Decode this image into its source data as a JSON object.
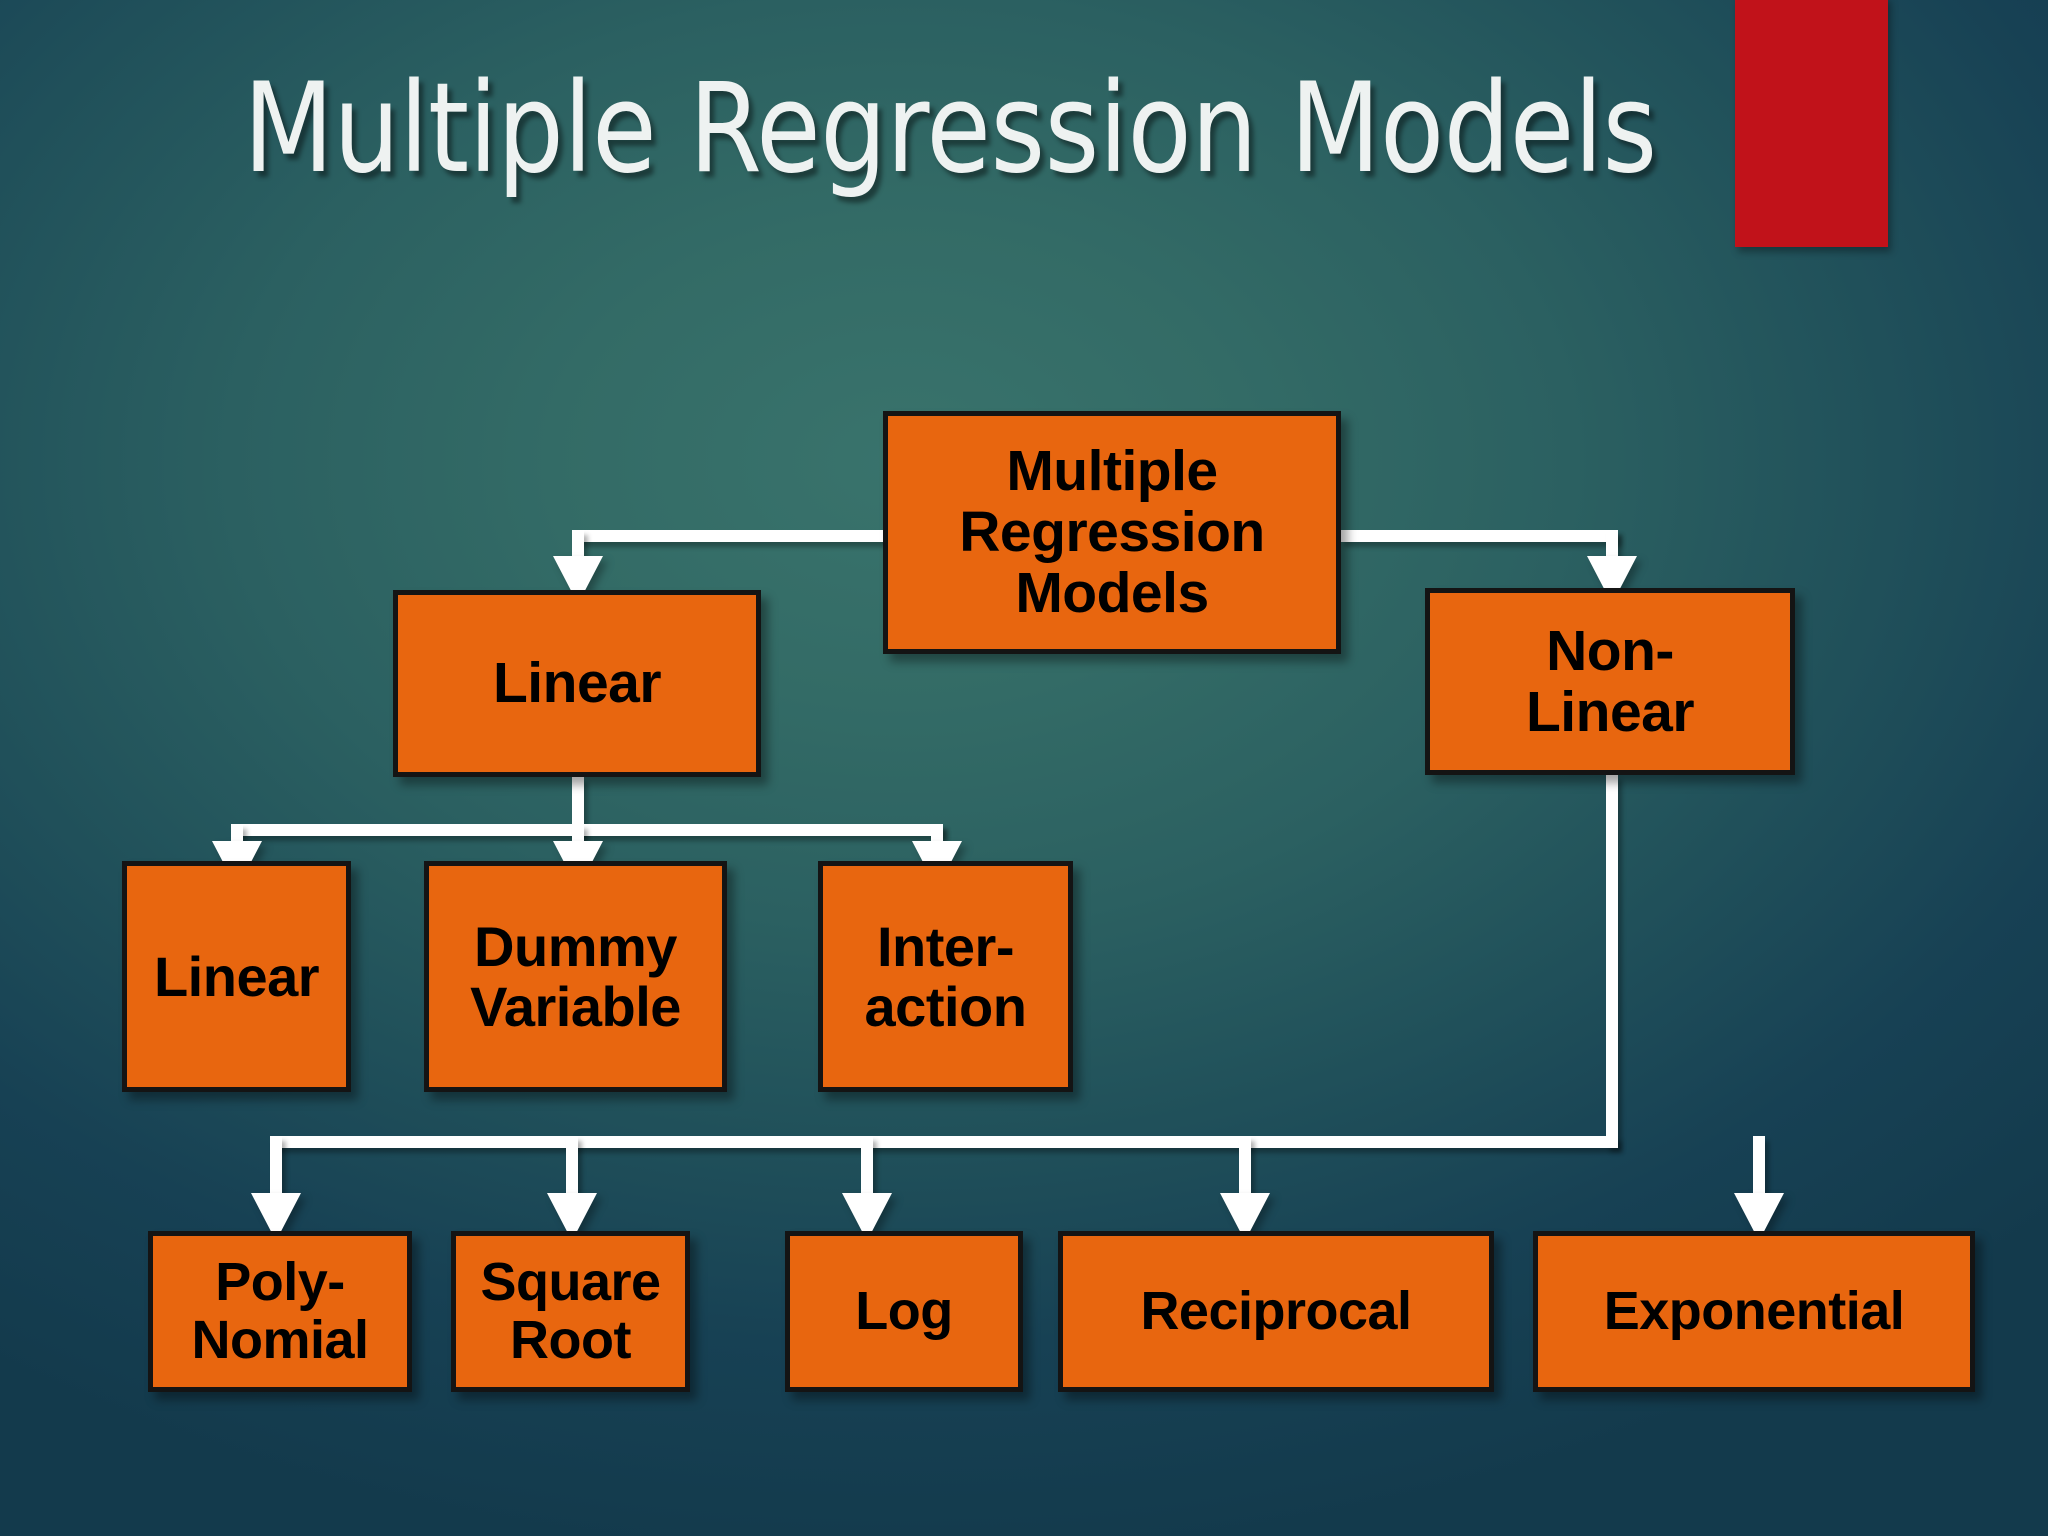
{
  "slide": {
    "title": "Multiple Regression Models",
    "background_center_color": "#336b66",
    "background_edge_color": "#133a4c",
    "accent_bar_color": "#c1121a",
    "node_fill_color": "#e8660f",
    "node_border_color": "#141414",
    "node_text_color": "#000000",
    "connector_color": "#ffffff",
    "title_color": "#eef2f1"
  },
  "diagram": {
    "type": "tree",
    "root": {
      "id": "root",
      "label": "Multiple\nRegression\nModels"
    },
    "level1": [
      {
        "id": "linear",
        "label": "Linear",
        "parent": "root"
      },
      {
        "id": "non-linear",
        "label": "Non-\nLinear",
        "parent": "root"
      }
    ],
    "level2_linear_children": [
      {
        "id": "linear-leaf",
        "label": "Linear",
        "parent": "linear"
      },
      {
        "id": "dummy-variable",
        "label": "Dummy\nVariable",
        "parent": "linear"
      },
      {
        "id": "interaction",
        "label": "Inter-\naction",
        "parent": "linear"
      }
    ],
    "level2_nonlinear_children": [
      {
        "id": "poly-nomial",
        "label": "Poly-\nNomial",
        "parent": "non-linear"
      },
      {
        "id": "square-root",
        "label": "Square\nRoot",
        "parent": "non-linear"
      },
      {
        "id": "log",
        "label": "Log",
        "parent": "non-linear"
      },
      {
        "id": "reciprocal",
        "label": "Reciprocal",
        "parent": "non-linear"
      },
      {
        "id": "exponential",
        "label": "Exponential",
        "parent": "non-linear"
      }
    ]
  }
}
